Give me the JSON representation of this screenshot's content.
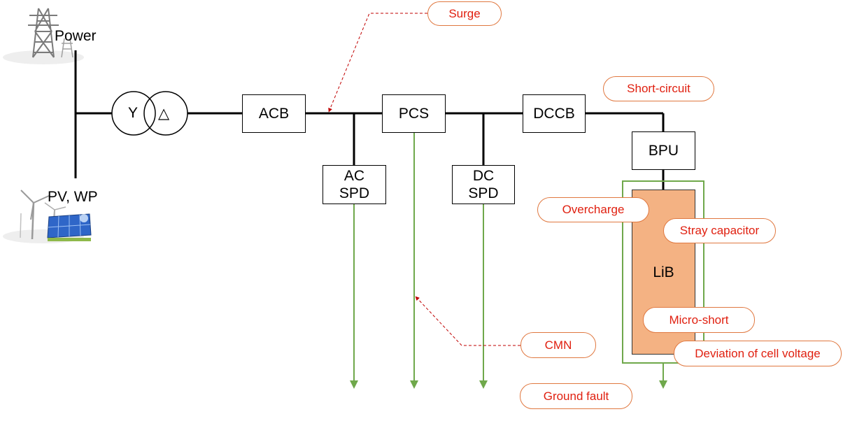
{
  "sources": {
    "grid_label": "Power",
    "renewable_label": "PV, WP",
    "icons": [
      "transmission-tower-icon",
      "wind-turbine-icon",
      "solar-panel-icon"
    ]
  },
  "transformer": {
    "primary_symbol": "Y",
    "secondary_symbol": "△"
  },
  "components": {
    "acb": "ACB",
    "pcs": "PCS",
    "dccb": "DCCB",
    "bpu": "BPU",
    "ac_spd": "AC\nSPD",
    "dc_spd": "DC\nSPD",
    "lib": "LiB"
  },
  "faults": {
    "surge": "Surge",
    "short_circuit": "Short-circuit",
    "overcharge": "Overcharge",
    "stray_capacitor": "Stray capacitor",
    "micro_short": "Micro-short",
    "deviation": "Deviation of cell voltage",
    "cmn": "CMN",
    "ground_fault": "Ground fault"
  },
  "colors": {
    "wire": "#000000",
    "ground_line": "#6fa84b",
    "fault_text": "#e02010",
    "fault_border": "#e07840",
    "arrow_dashed": "#c00000",
    "battery_fill": "#f4b283"
  }
}
